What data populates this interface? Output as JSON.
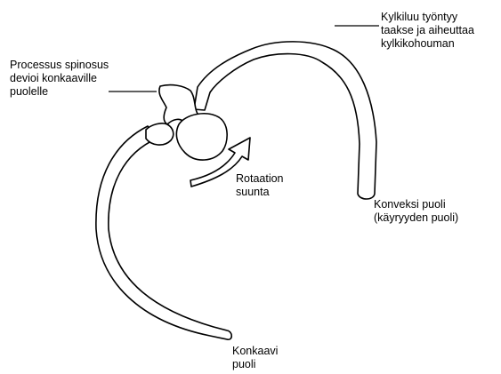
{
  "labels": {
    "rib_shift": [
      "Kylkiluu työntyy",
      "taakse ja aiheuttaa",
      "kylkikohouman"
    ],
    "spinous_process": [
      "Processus spinosus",
      "devioi konkaaville",
      "puolelle"
    ],
    "rotation": [
      "Rotaation",
      "suunta"
    ],
    "convex_side": [
      "Konveksi puoli",
      "(käyryyden puoli)"
    ],
    "concave_side": [
      "Konkaavi",
      "puoli"
    ]
  },
  "colors": {
    "stroke": "#000000",
    "fill": "#ffffff",
    "background": "#ffffff"
  }
}
